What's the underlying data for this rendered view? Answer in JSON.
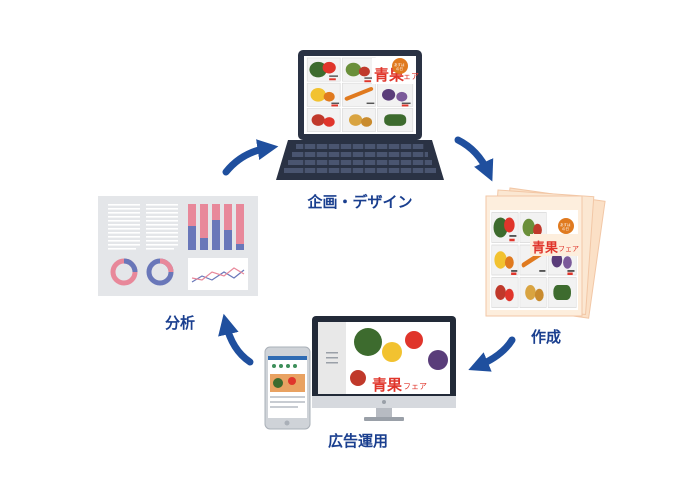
{
  "steps": [
    {
      "label": "企画・デザイン"
    },
    {
      "label": "作成"
    },
    {
      "label": "広告運用"
    },
    {
      "label": "分析"
    }
  ],
  "flyer": {
    "title_main": "青果",
    "title_sub": "フェア",
    "badge_line1": "あすは",
    "badge_line2": "の日"
  },
  "colors": {
    "arrow": "#1f4f9e",
    "label": "#1a3f8f",
    "flyer_red": "#e0352b",
    "flyer_paper": "#fbe7d2",
    "chart_pink": "#e8889a",
    "chart_blue": "#6977b9",
    "panel_gray": "#e4e6e9"
  }
}
